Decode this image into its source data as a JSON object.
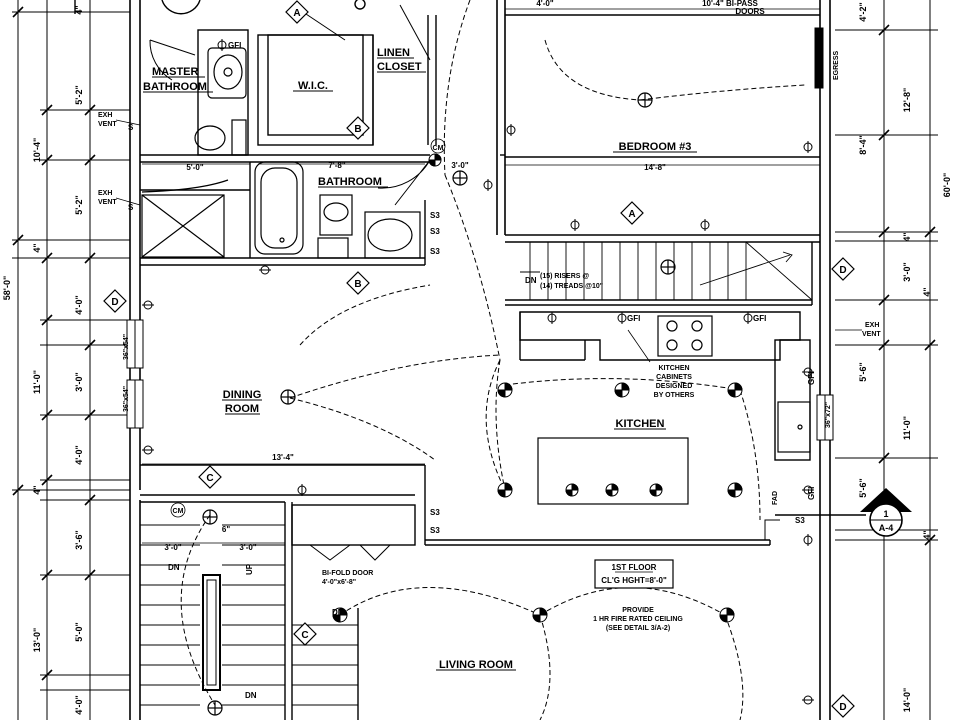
{
  "rooms": {
    "master_bathroom_1": "MASTER",
    "master_bathroom_2": "BATHROOM",
    "wic": "W.I.C.",
    "linen_1": "LINEN",
    "linen_2": "CLOSET",
    "bathroom": "BATHROOM",
    "bedroom3": "BEDROOM #3",
    "dining_1": "DINING",
    "dining_2": "ROOM",
    "kitchen": "KITCHEN",
    "living": "LIVING ROOM"
  },
  "dims": {
    "left_outer_total": "58'-0\"",
    "left_10_4": "10'-4\"",
    "left_5_2_top": "5'-2\"",
    "left_5_2_b": "5'-2\"",
    "left_4_a": "4\"",
    "left_4_b": "4\"",
    "left_4_0": "4'-0\"",
    "left_11_0": "11'-0\"",
    "left_3_0": "3'-0\"",
    "left_4_0b": "4'-0\"",
    "left_3_6": "3'-6\"",
    "left_13_0": "13'-0\"",
    "left_5_0": "5'-0\"",
    "left_4_0c": "4'-0\"",
    "left_4_c": "4\"",
    "right_outer_total": "60'-0\"",
    "right_4_2": "4'-2\"",
    "right_12_8": "12'-8\"",
    "right_8_4": "8'-4\"",
    "right_4_a": "4\"",
    "right_3_0": "3'-0\"",
    "right_4_b": "4\"",
    "right_5_6": "5'-6\"",
    "right_11_0": "11'-0\"",
    "right_5_6b": "5'-6\"",
    "right_4_c": "4\"",
    "right_14_0": "14'-0\"",
    "top_4_0": "4'-0\"",
    "top_10_4": "10'-4\" BI-PASS",
    "top_doors": "DOORS",
    "bedroom_width": "14'-8\"",
    "bath_7_8": "7'-8\"",
    "bath_5_0": "5'-0\"",
    "dim_3_0": "3'-0\"",
    "dining_13_4": "13'-4\"",
    "stair_3_0": "3'-0\"",
    "stair_3_0b": "3'-0\"",
    "stair_6": "6\""
  },
  "notes": {
    "risers": "(15) RISERS @",
    "treads": "(14) TREADS @10\"",
    "kitchen_cab_1": "KITCHEN",
    "kitchen_cab_2": "CABINETS",
    "kitchen_cab_3": "DESIGNED",
    "kitchen_cab_4": "BY OTHERS",
    "exh_vent_1a": "EXH",
    "exh_vent_1b": "VENT",
    "exh_vent_2a": "EXH",
    "exh_vent_2b": "VENT",
    "exh_vent_3a": "EXH",
    "exh_vent_3b": "VENT",
    "bifold_1": "BI-FOLD DOOR",
    "bifold_2": "4'-0\"x6'-8\"",
    "floor_label_1": "1ST FLOOR",
    "floor_label_2": "CL'G HGHT=8'-0\"",
    "fire_1": "PROVIDE",
    "fire_2": "1 HR FIRE RATED CEILING",
    "fire_3": "(SEE DETAIL 3/A-2)",
    "egress": "EGRESS",
    "gfi": "GFI",
    "dn": "DN",
    "up": "UP",
    "cm": "CM",
    "fad": "FAD",
    "window_1": "36\"x54\"",
    "window_2": "36\"x54\"",
    "window_3": "36\"x72\""
  },
  "tags": {
    "section_a": "A",
    "section_b": "B",
    "section_c": "C",
    "section_d": "D",
    "detail_num": "1",
    "detail_sheet": "A-4"
  }
}
